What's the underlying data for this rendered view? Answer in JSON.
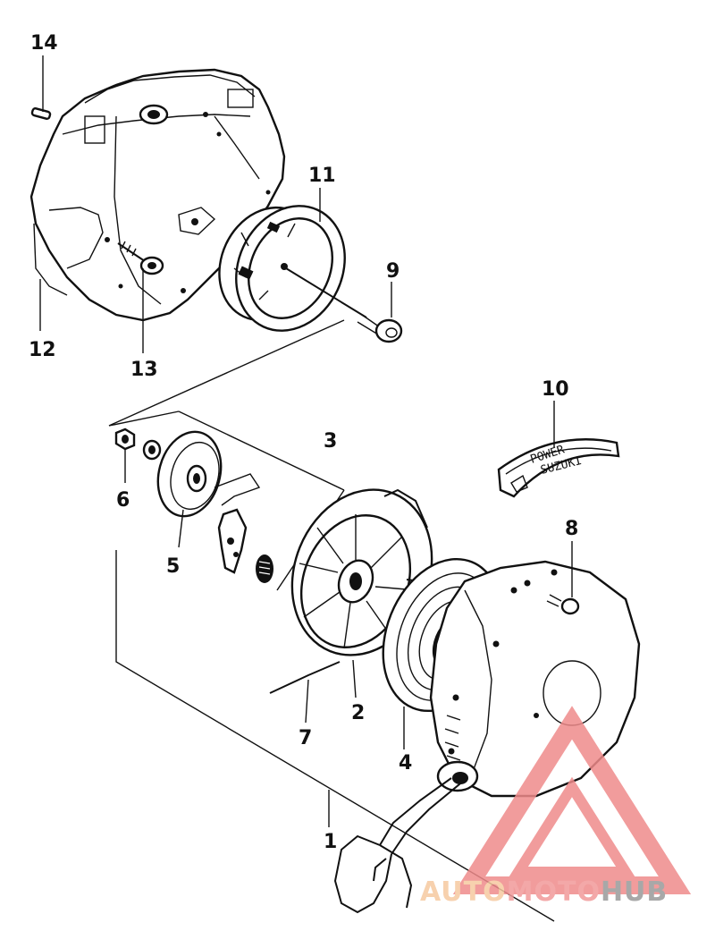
{
  "part_labels": {
    "p1": "1",
    "p2": "2",
    "p3": "3",
    "p4": "4",
    "p5": "5",
    "p6": "6",
    "p7": "7",
    "p8": "8",
    "p9": "9",
    "p10": "10",
    "p11": "11",
    "p12": "12",
    "p13": "13",
    "p14": "14"
  },
  "badge": {
    "line1": "POWER",
    "line2": "SUZUKI"
  },
  "watermark": {
    "word_auto": "AUTO",
    "word_moto": "MOTO",
    "word_hub": "HUB",
    "colors": {
      "auto": "#f6c9a0",
      "moto": "#f19a9a",
      "hub": "#9a9a9a",
      "triangle": "#ef8b8b"
    }
  }
}
